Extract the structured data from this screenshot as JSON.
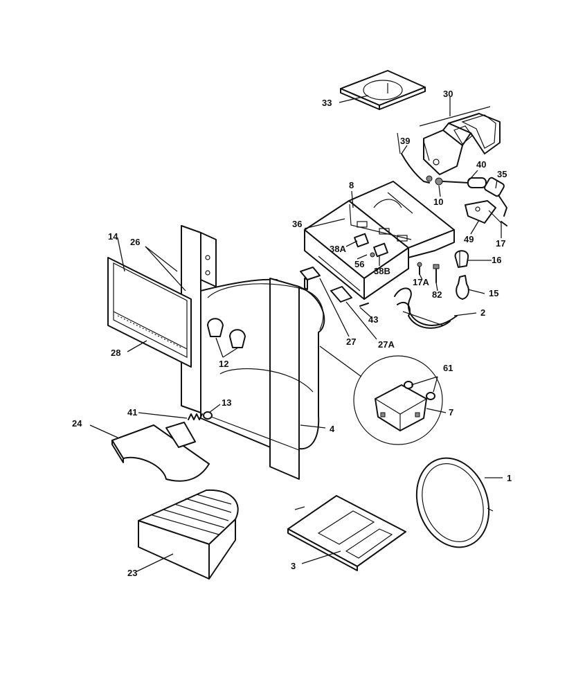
{
  "callouts": {
    "c1": "1",
    "c2": "2",
    "c3": "3",
    "c4": "4",
    "c7": "7",
    "c8": "8",
    "c10": "10",
    "c12": "12",
    "c13": "13",
    "c14": "14",
    "c15": "15",
    "c16": "16",
    "c17": "17",
    "c17a": "17A",
    "c23": "23",
    "c24": "24",
    "c26": "26",
    "c27": "27",
    "c27a": "27A",
    "c28": "28",
    "c30": "30",
    "c33": "33",
    "c35": "35",
    "c36": "36",
    "c38a": "38A",
    "c38b": "38B",
    "c39": "39",
    "c40": "40",
    "c41": "41",
    "c43": "43",
    "c49": "49",
    "c56": "56",
    "c61": "61",
    "c82": "82"
  }
}
